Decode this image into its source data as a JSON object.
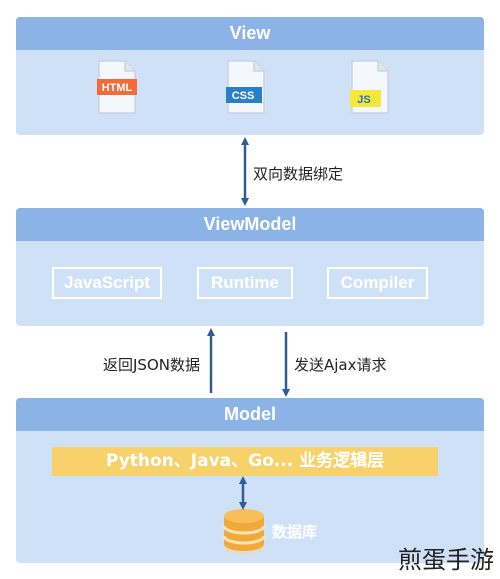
{
  "view": {
    "title": "View",
    "files": [
      {
        "label": "HTML",
        "icon": "html-file-icon",
        "color": "#f26b3a"
      },
      {
        "label": "CSS",
        "icon": "css-file-icon",
        "color": "#2a7fc9"
      },
      {
        "label": "JS",
        "icon": "js-file-icon",
        "color": "#f4e83a"
      }
    ]
  },
  "binding_label": "双向数据绑定",
  "viewmodel": {
    "title": "ViewModel",
    "modules": [
      "JavaScript",
      "Runtime",
      "Compiler"
    ]
  },
  "return_json_label": "返回JSON数据",
  "send_ajax_label": "发送Ajax请求",
  "model": {
    "title": "Model",
    "business_logic": "Python、Java、Go... 业务逻辑层",
    "database_label": "数据库"
  },
  "watermark": "煎蛋手游",
  "colors": {
    "layer_bg": "#cfe1f6",
    "header_bg": "#8cb3e6",
    "arrow": "#2f5c9c",
    "logic_bar": "#f7d16a",
    "database": "#f0a93a"
  }
}
